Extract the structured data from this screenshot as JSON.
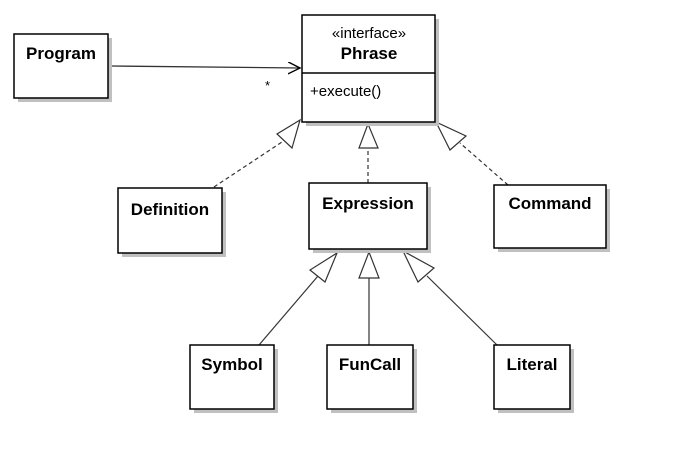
{
  "diagram": {
    "interface": {
      "stereotype": "«interface»",
      "name": "Phrase",
      "operation": "+execute()"
    },
    "classes": {
      "program": "Program",
      "definition": "Definition",
      "expression": "Expression",
      "command": "Command",
      "symbol": "Symbol",
      "funcall": "FunCall",
      "literal": "Literal"
    },
    "multiplicity": "*",
    "colors": {
      "box_fill": "#ffffff",
      "shadow": "#c0c0c0",
      "stroke": "#000000",
      "connector": "#333333"
    }
  }
}
